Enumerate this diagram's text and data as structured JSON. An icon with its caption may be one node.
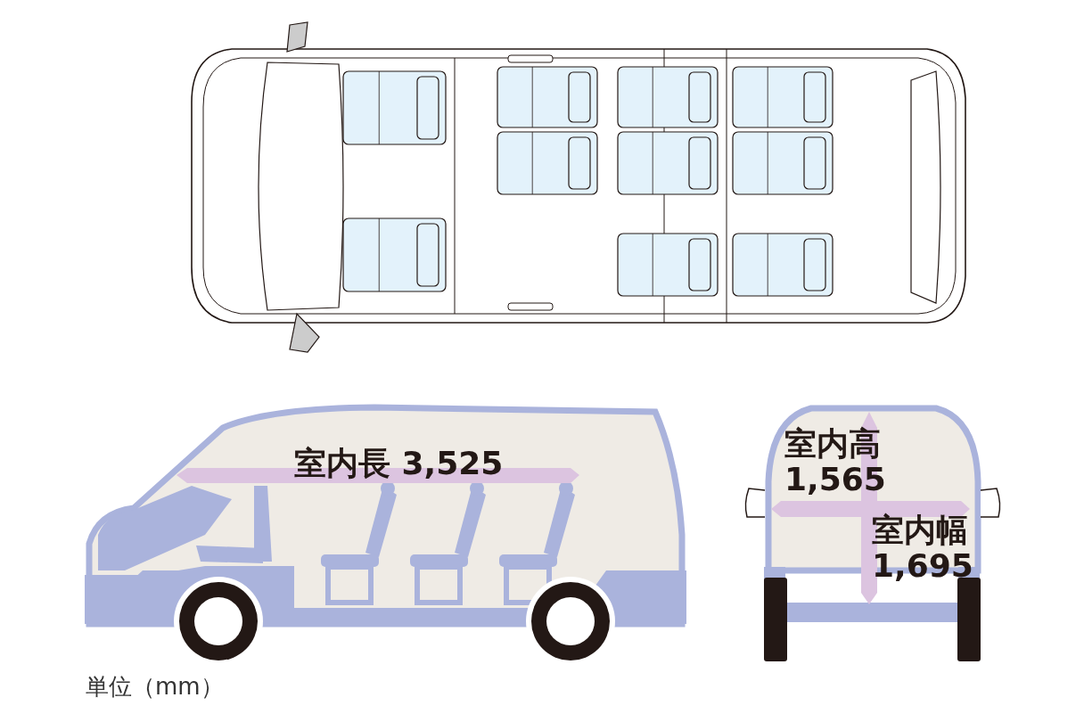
{
  "diagram": {
    "labels": [
      "室内長 3,525",
      "室内高 1,565",
      "室内幅 1,695",
      "単位（mm）"
    ]
  }
}
